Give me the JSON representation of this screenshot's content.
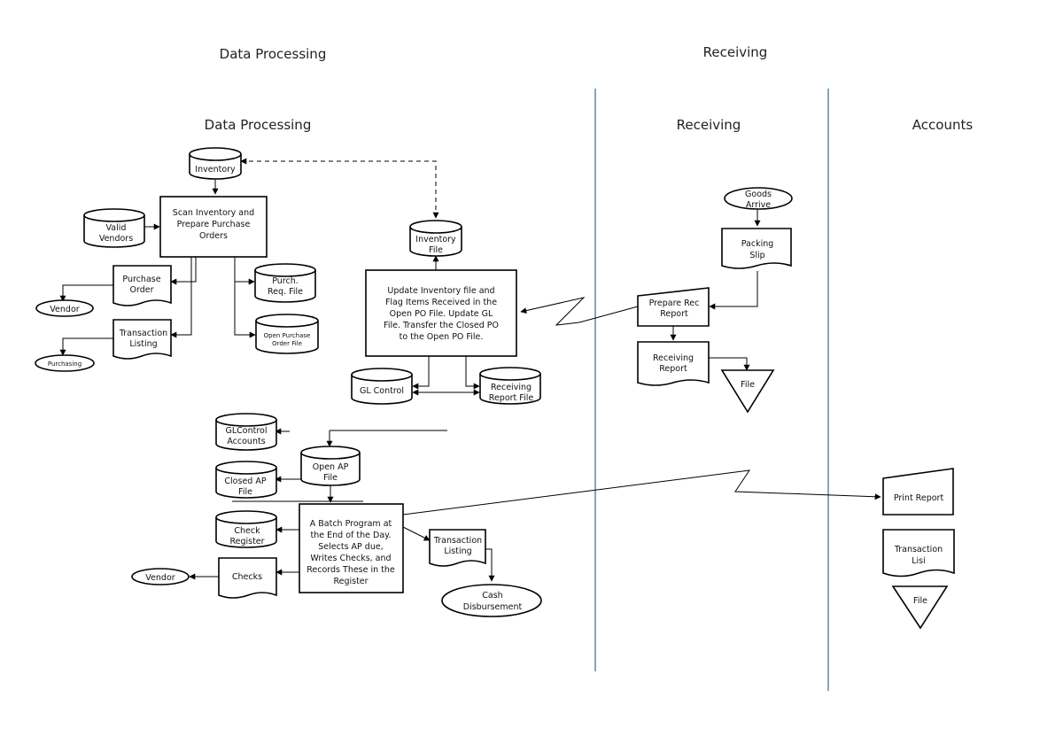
{
  "headers": {
    "top_dp": "Data Processing",
    "top_rec": "Receiving",
    "dp": "Data Processing",
    "rec": "Receiving",
    "acc": "Accounts"
  },
  "nodes": {
    "inventory": "Inventory",
    "valid_vendors": [
      "Valid",
      "Vendors"
    ],
    "scan": [
      "Scan Inventory and",
      "Prepare Purchase",
      "Orders"
    ],
    "purchase_order": [
      "Purchase",
      "Order"
    ],
    "vendor1": "Vendor",
    "purch_req": [
      "Purch.",
      "Req. File"
    ],
    "transaction_listing1": [
      "Transaction",
      "Listing"
    ],
    "purchasing": "Purchasing",
    "open_po_file": [
      "Open Purchase",
      "Order File"
    ],
    "inventory_file": [
      "Inventory",
      "File"
    ],
    "update": [
      "Update Inventory file and",
      "Flag Items Received in the",
      "Open PO File. Update GL",
      "File. Transfer the Closed PO",
      "to the Open PO File."
    ],
    "gl_control": "GL Control",
    "receiving_report_file": [
      "Receiving",
      "Report File"
    ],
    "goods_arrive": [
      "Goods",
      "Arrive"
    ],
    "packing_slip": [
      "Packing",
      "Slip"
    ],
    "prepare_rec": [
      "Prepare Rec",
      "Report"
    ],
    "receiving_report": [
      "Receiving",
      "Report"
    ],
    "file1": "File",
    "gl_control_accounts": [
      "GLControl",
      "Accounts"
    ],
    "open_ap": [
      "Open AP",
      "File"
    ],
    "closed_ap": [
      "Closed AP",
      "File"
    ],
    "check_register": [
      "Check",
      "Register"
    ],
    "batch": [
      "A Batch Program at",
      "the End of the Day.",
      "Selects AP due,",
      "Writes Checks, and",
      "Records These in the",
      "Register"
    ],
    "transaction_listing2": [
      "Transaction",
      "Listing"
    ],
    "checks": "Checks",
    "vendor2": "Vendor",
    "cash_disbursement": [
      "Cash",
      "Disbursement"
    ],
    "print_report": "Print Report",
    "transaction_list": [
      "Transaction",
      "Lisi"
    ],
    "file2": "File"
  }
}
